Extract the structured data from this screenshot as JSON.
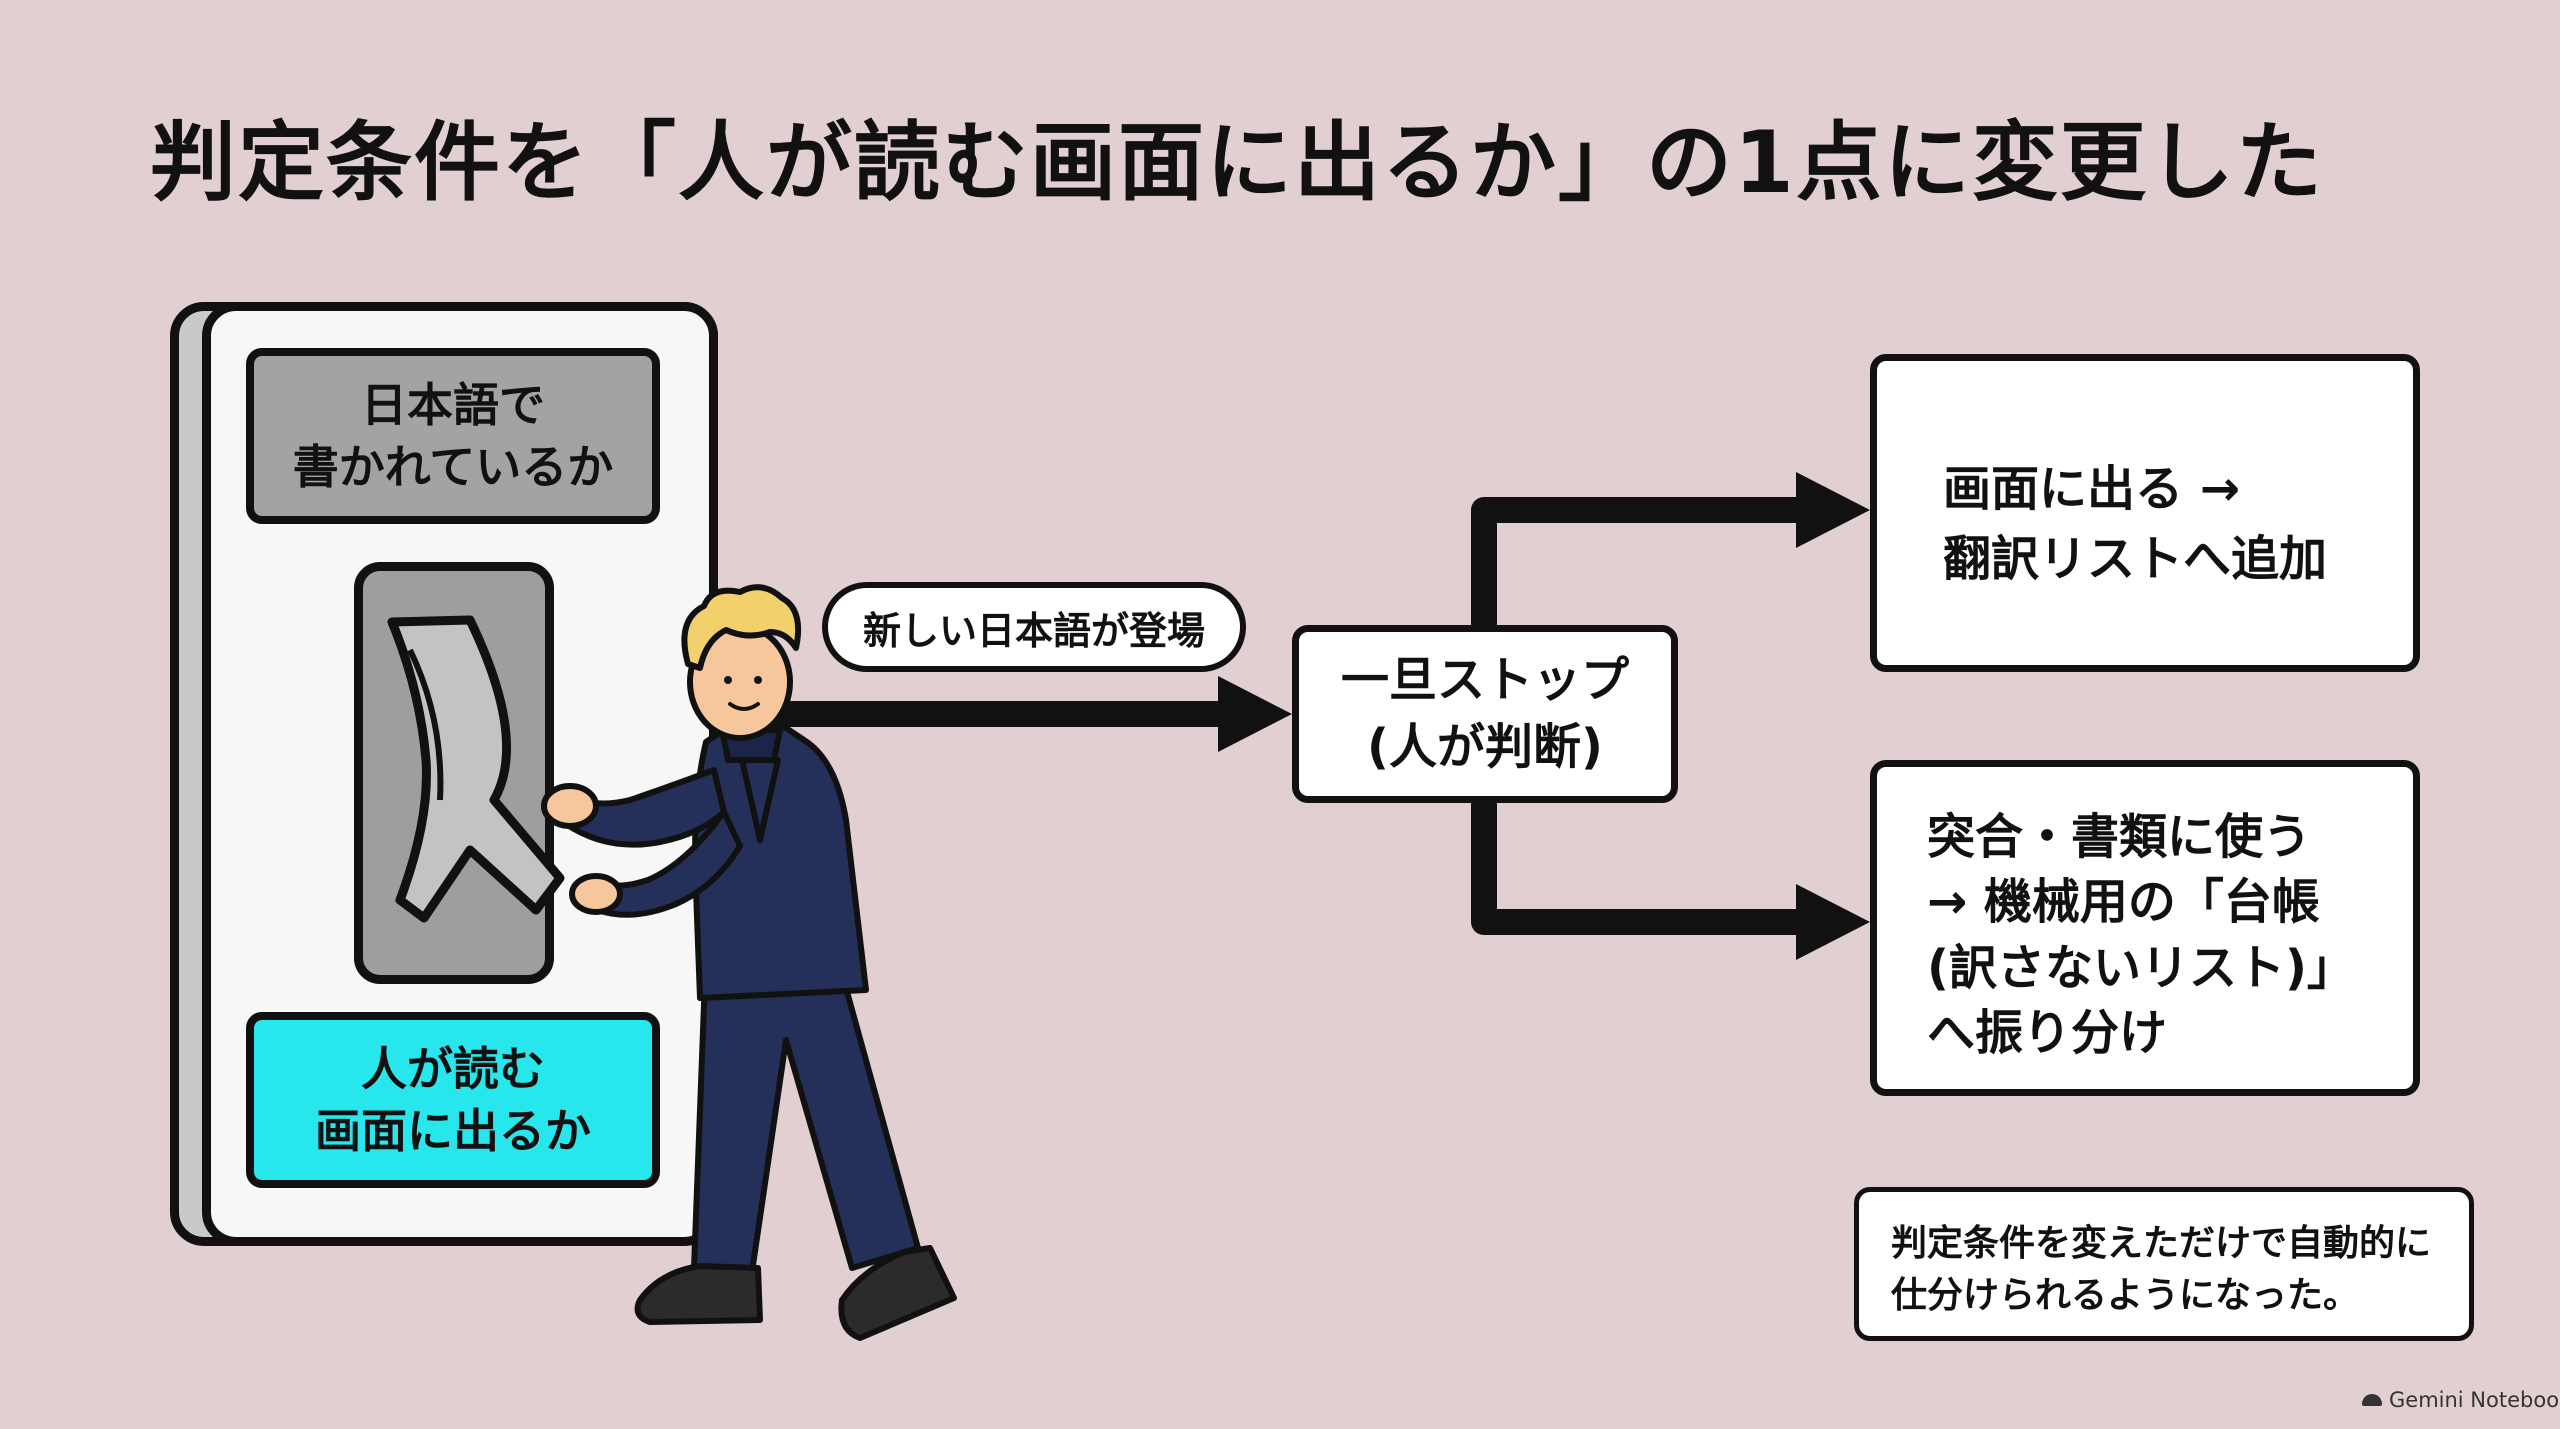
{
  "title": "判定条件を「人が読む画面に出るか」の1点に変更した",
  "switch": {
    "top_label": "日本語で\n書かれているか",
    "bottom_label": "人が読む\n画面に出るか"
  },
  "trigger_label": "新しい日本語が登場",
  "decision": {
    "label": "一旦ストップ\n(人が判断)"
  },
  "outcomes": {
    "top": "画面に出る →\n翻訳リストへ追加",
    "bottom": "突合・書類に使う\n→ 機械用の「台帳\n(訳さないリスト)」\nへ振り分け"
  },
  "note": "判定条件を変えただけで自動的に\n仕分けられるようになった。",
  "footer": {
    "brand": "Gemini Notebook"
  },
  "colors": {
    "background": "#e2cfd2",
    "highlight": "#27e6ec",
    "switch_gray": "#a3a3a3",
    "suit_navy": "#25305a",
    "hair_blonde": "#f2d06b"
  }
}
